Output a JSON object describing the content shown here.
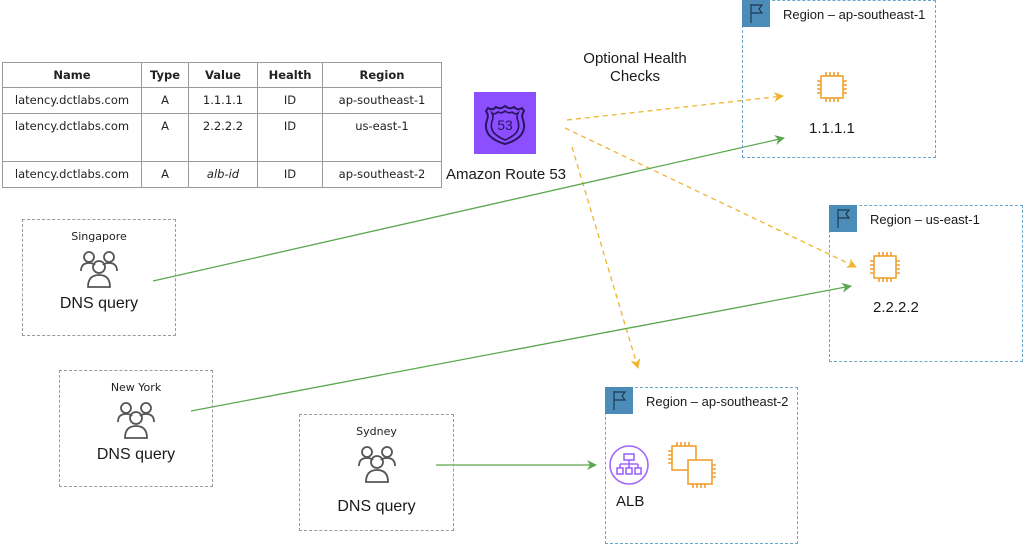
{
  "table": {
    "headers": [
      "Name",
      "Type",
      "Value",
      "Health",
      "Region"
    ],
    "rows": [
      {
        "name": "latency.dctlabs.com",
        "type": "A",
        "value": "1.1.1.1",
        "health": "ID",
        "region": "ap-southeast-1"
      },
      {
        "name": "latency.dctlabs.com",
        "type": "A",
        "value": "2.2.2.2",
        "health": "ID",
        "region": "us-east-1"
      },
      {
        "name": "latency.dctlabs.com",
        "type": "A",
        "value": "alb-id",
        "health": "ID",
        "region": "ap-southeast-2"
      }
    ]
  },
  "route53": {
    "label": "Amazon Route 53",
    "badge": "53",
    "icon": "route53-shield-icon",
    "color": "#8c4fff"
  },
  "health_checks_label_line1": "Optional Health",
  "health_checks_label_line2": "Checks",
  "clients": [
    {
      "city": "Singapore",
      "label": "DNS query"
    },
    {
      "city": "New York",
      "label": "DNS query"
    },
    {
      "city": "Sydney",
      "label": "DNS query"
    }
  ],
  "regions": [
    {
      "title": "Region – ap-southeast-1",
      "endpoint": "1.1.1.1"
    },
    {
      "title": "Region – us-east-1",
      "endpoint": "2.2.2.2"
    },
    {
      "title": "Region – ap-southeast-2",
      "endpoint": "ALB"
    }
  ],
  "colors": {
    "query_arrow": "#5aa84e",
    "health_arrow": "#efb52f",
    "region_border": "#6ba7cc",
    "region_flag": "#4b8db8",
    "ec2": "#f0a030",
    "alb": "#a166ff"
  }
}
